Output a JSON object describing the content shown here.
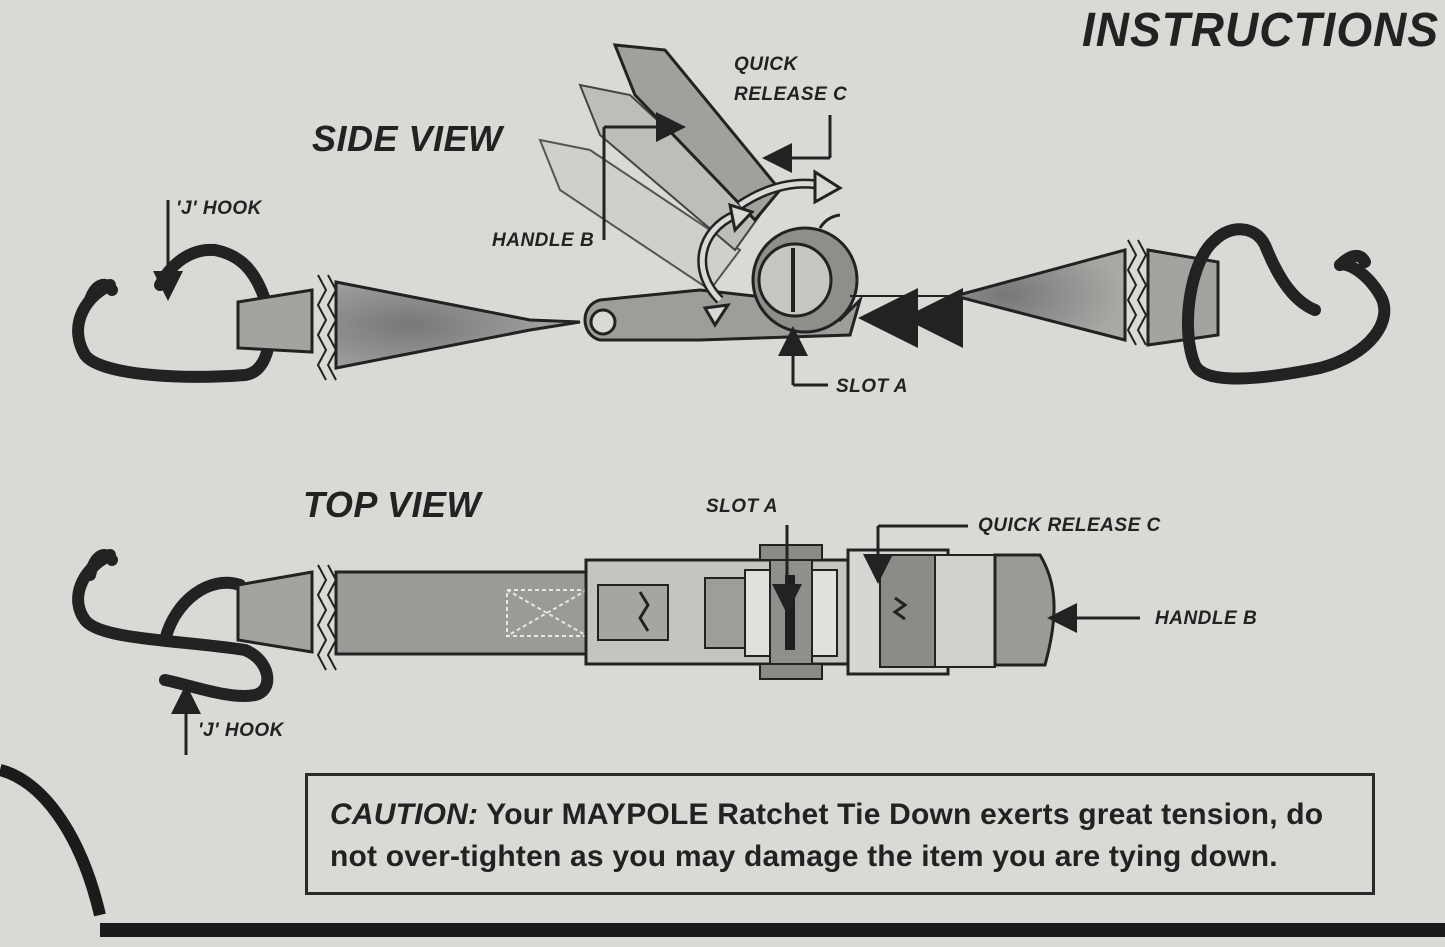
{
  "title": "INSTRUCTIONS",
  "side_view": {
    "title": "SIDE VIEW",
    "labels": {
      "quick_release": "QUICK\nRELEASE C",
      "quick_release_line1": "QUICK",
      "quick_release_line2": "RELEASE C",
      "handle": "HANDLE B",
      "j_hook": "'J' HOOK",
      "slot": "SLOT A"
    }
  },
  "top_view": {
    "title": "TOP VIEW",
    "labels": {
      "slot": "SLOT A",
      "quick_release": "QUICK RELEASE C",
      "handle": "HANDLE B",
      "j_hook": "'J' HOOK"
    }
  },
  "caution": {
    "label": "CAUTION:",
    "text": " Your MAYPOLE Ratchet Tie Down exerts great tension, do not over-tighten as you may damage the item you are tying down."
  },
  "colors": {
    "background": "#d9d9d6",
    "ink": "#222222",
    "mid_gray": "#9a9a98",
    "light_gray": "#bdbdba"
  }
}
